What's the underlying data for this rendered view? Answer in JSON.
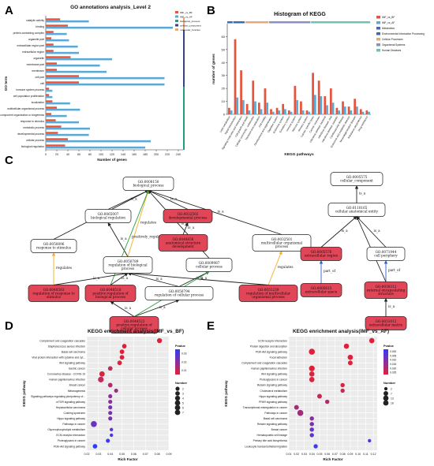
{
  "panels": {
    "A": {
      "label": "A"
    },
    "B": {
      "label": "B"
    },
    "C": {
      "label": "C"
    },
    "D": {
      "label": "D"
    },
    "E": {
      "label": "E"
    }
  },
  "chart_data": [
    {
      "id": "A",
      "type": "bar",
      "orientation": "horizontal",
      "title": "GO annotations analysis_Level 2",
      "xlabel": "Number of genes",
      "ylabel": "GO term",
      "xticks": [
        "0",
        "20",
        "40",
        "60",
        "80",
        "100",
        "120",
        "140",
        "160",
        "180",
        "200",
        "220",
        "240"
      ],
      "xlim": [
        0,
        240
      ],
      "categories": [
        "catalytic activity",
        "binding",
        "protein-containing complex",
        "organelle part",
        "extracellular region part",
        "extracellular region",
        "organelle",
        "membrane part",
        "membrane",
        "cell part",
        "cell",
        "immune system process",
        "cell population proliferation",
        "localization",
        "multicellular organismal process",
        "cellular component organization or biogenesis",
        "response to stimulus",
        "metabolic process",
        "developmental process",
        "cellular process",
        "biological regulation"
      ],
      "series": [
        {
          "name": "IMF_vs_BF",
          "color": "#e8533b",
          "values": [
            26,
            40,
            14,
            10,
            14,
            14,
            45,
            20,
            20,
            60,
            60,
            6,
            6,
            12,
            20,
            10,
            18,
            28,
            22,
            40,
            35
          ]
        },
        {
          "name": "IMF_vs_AF",
          "color": "#5aa9d6",
          "values": [
            78,
            230,
            38,
            42,
            58,
            60,
            120,
            98,
            110,
            215,
            215,
            12,
            12,
            44,
            62,
            38,
            60,
            80,
            78,
            190,
            180
          ]
        }
      ],
      "legend": [
        "IMF_vs_BF",
        "IMF_vs_AF",
        "biological_process",
        "cellular_component",
        "molecular_function"
      ],
      "groups": [
        {
          "name": "molecular_function",
          "color": "#e8a87c"
        },
        {
          "name": "cellular_component",
          "color": "#39418a"
        },
        {
          "name": "biological_process",
          "color": "#1f9e82"
        }
      ]
    },
    {
      "id": "B",
      "type": "bar",
      "title": "Histogram of KEGG",
      "xlabel": "KEGG pathways",
      "ylabel": "number of genes",
      "yticks": [
        "0",
        "10",
        "20",
        "30",
        "40",
        "50",
        "60"
      ],
      "ylim": [
        0,
        70
      ],
      "categories": [
        "Lipid metabolism",
        "Signal transduction",
        "Signaling molecules and interaction",
        "Cell growth and death",
        "Cellular community - eukaryotes",
        "Transport and catabolism",
        "Cell motility",
        "Development and regeneration",
        "Digestive system",
        "Endocrine system",
        "Excretory system",
        "Immune system",
        "Nervous system",
        "Sensory system",
        "Cancer: specific types",
        "Cancer: overview",
        "Infectious disease: bacterial",
        "Infectious disease: viral",
        "Infectious disease: parasitic",
        "Cardiovascular disease",
        "Endocrine and metabolic disease",
        "Neurodegenerative disease",
        "Substance dependence",
        "Drug resistance"
      ],
      "series": [
        {
          "name": "IMF_vs_BF",
          "color": "#e8533b",
          "values": [
            5,
            58,
            34,
            8,
            26,
            9,
            20,
            4,
            5,
            8,
            3,
            22,
            10,
            3,
            32,
            26,
            14,
            20,
            5,
            10,
            6,
            12,
            4,
            3
          ]
        },
        {
          "name": "IMF_vs_AF",
          "color": "#5aa9d6",
          "values": [
            3,
            13,
            11,
            3,
            10,
            4,
            9,
            2,
            3,
            4,
            2,
            11,
            3,
            2,
            15,
            14,
            7,
            9,
            3,
            6,
            3,
            6,
            2,
            2
          ]
        }
      ],
      "legend": [
        "IMF_vs_BF",
        "IMF_vs_AF",
        "Metabolism",
        "Environmental Information Processing",
        "Cellular Processes",
        "Organismal Systems",
        "Human Diseases"
      ],
      "legend_colors": [
        "#e8533b",
        "#5aa9d6",
        "#3d6bb3",
        "#3d6bb3",
        "#e8a87c",
        "#8a8fc0",
        "#69c5b0"
      ]
    },
    {
      "id": "C",
      "type": "diagram",
      "nodes": [
        {
          "id": "n8150",
          "l1": "GO:0008150",
          "l2": "biological_process",
          "l3": "",
          "sig": false
        },
        {
          "id": "n5575",
          "l1": "GO:0005575",
          "l2": "cellular_component",
          "l3": "",
          "sig": false
        },
        {
          "id": "n110165",
          "l1": "GO:0110165",
          "l2": "cellular anatomical entity",
          "l3": "",
          "sig": false
        },
        {
          "id": "n65007",
          "l1": "GO:0065007",
          "l2": "biological regulation",
          "l3": "",
          "sig": false
        },
        {
          "id": "n32502",
          "l1": "GO:0032502",
          "l2": "developmental process",
          "l3": "",
          "sig": true
        },
        {
          "id": "n50896",
          "l1": "GO:0050896",
          "l2": "response to stimulus",
          "l3": "",
          "sig": false
        },
        {
          "id": "n48856",
          "l1": "GO:0048856",
          "l2": "anatomical structure",
          "l3": "development",
          "sig": true
        },
        {
          "id": "n32501",
          "l1": "GO:0032501",
          "l2": "multicellular organismal",
          "l3": "process",
          "sig": false
        },
        {
          "id": "n50789",
          "l1": "GO:0050789",
          "l2": "regulation of biological",
          "l3": "process",
          "sig": false
        },
        {
          "id": "n9987",
          "l1": "GO:0009987",
          "l2": "cellular process",
          "l3": "",
          "sig": false
        },
        {
          "id": "n5576",
          "l1": "GO:0005576",
          "l2": "extracellular region",
          "l3": "",
          "sig": true
        },
        {
          "id": "n71944",
          "l1": "GO:0071944",
          "l2": "cell periphery",
          "l3": "",
          "sig": false
        },
        {
          "id": "n48583",
          "l1": "GO:0048583",
          "l2": "regulation of response to",
          "l3": "stimulus",
          "sig": true
        },
        {
          "id": "n48518",
          "l1": "GO:0048518",
          "l2": "positive regulation of",
          "l3": "biological process",
          "sig": true
        },
        {
          "id": "n50794",
          "l1": "GO:0050794",
          "l2": "regulation of cellular process",
          "l3": "",
          "sig": false
        },
        {
          "id": "n51239",
          "l1": "GO:0051239",
          "l2": "regulation of multicellular",
          "l3": "organismal process",
          "sig": true
        },
        {
          "id": "n5615",
          "l1": "GO:0005615",
          "l2": "extracellular space",
          "l3": "",
          "sig": true
        },
        {
          "id": "n30312",
          "l1": "GO:0030312",
          "l2": "external encapsulating",
          "l3": "structure",
          "sig": true
        },
        {
          "id": "n48522",
          "l1": "GO:0048522",
          "l2": "positive regulation of",
          "l3": "cellular process",
          "sig": true
        },
        {
          "id": "n31012",
          "l1": "GO:0031012",
          "l2": "extracellular matrix",
          "l3": "",
          "sig": true
        }
      ],
      "edge_labels": {
        "is_a": "is_a",
        "regulates": "regulates",
        "positively_regulates": "positively_regulates",
        "part_of": "part_of"
      }
    },
    {
      "id": "D",
      "type": "scatter",
      "title": "KEGG enrichment analysis(IMF_vs_BF)",
      "xlabel": "Rich Factor",
      "ylabel": "KEGG pathway",
      "xticks": [
        "0.02",
        "0.03",
        "0.04",
        "0.05",
        "0.06",
        "0.07",
        "0.08",
        "0.09"
      ],
      "xlim": [
        0.02,
        0.09
      ],
      "pathways": [
        "Complement and coagulation cascades",
        "Staphylococcus aureus infection",
        "Basal cell carcinoma",
        "Viral protein interaction with cytokine and cyt...",
        "Wnt signaling pathway",
        "Gastric cancer",
        "Coronavirus disease - COVID-19",
        "Human papillomavirus infection",
        "Breast cancer",
        "Melanogenesis",
        "Signaling pathways regulating pluripotency of...",
        "mTOR signaling pathway",
        "Hepatocellular carcinoma",
        "Cushing syndrome",
        "Hippo signaling pathway",
        "Pathways in cancer",
        "Glycerophospholipid metabolism",
        "ECM-receptor interaction",
        "Proteoglycans in cancer",
        "PI3K-Akt signaling pathway"
      ],
      "rich_factor": [
        0.082,
        0.052,
        0.05,
        0.05,
        0.048,
        0.04,
        0.033,
        0.032,
        0.04,
        0.045,
        0.04,
        0.04,
        0.04,
        0.04,
        0.04,
        0.026,
        0.041,
        0.041,
        0.038,
        0.027
      ],
      "number": [
        4,
        3,
        3,
        3,
        3,
        3,
        5,
        6,
        3,
        2,
        2,
        2,
        2,
        2,
        2,
        7,
        1,
        1,
        2,
        3
      ],
      "pvalue_color": [
        "#e0203a",
        "#e0203a",
        "#e0203a",
        "#d8243e",
        "#d8243e",
        "#c22a58",
        "#d8243e",
        "#c22a58",
        "#b22a6a",
        "#a32c7a",
        "#8a2ea0",
        "#8a2ea0",
        "#7a30b0",
        "#7a30b0",
        "#7a30b0",
        "#6a33c0",
        "#5a36d0",
        "#4a38e0",
        "#3c3af0",
        "#2f3cf5"
      ],
      "legend": {
        "pvalue_title": "Pvalue",
        "pvalue_ticks": [
          "0.03",
          "0.02",
          "0.01"
        ],
        "number_title": "Number",
        "number_ticks": [
          "2",
          "3",
          "4",
          "5",
          "6",
          "7"
        ]
      }
    },
    {
      "id": "E",
      "type": "scatter",
      "title": "KEGG enrichment analysis(IMF_vs_AF)",
      "xlabel": "Rich Factor",
      "ylabel": "KEGG pathway",
      "xticks": [
        "0.01",
        "0.02",
        "0.03",
        "0.04",
        "0.05",
        "0.06",
        "0.07",
        "0.08",
        "0.09",
        "0.10",
        "0.11",
        "0.12"
      ],
      "xlim": [
        0.01,
        0.125
      ],
      "pathways": [
        "ECM-receptor interaction",
        "Protein digestion and absorption",
        "PI3K-Akt signaling pathway",
        "Focal adhesion",
        "Complement and coagulation cascades",
        "Human papillomavirus infection",
        "Wnt signaling pathway",
        "Proteoglycans in cancer",
        "Relaxin signaling pathway",
        "Cholesterol metabolism",
        "Hippo signaling pathway",
        "PPAR signaling pathway",
        "Transcriptional misregulation in cancer",
        "Pathways in cancer",
        "Basal cell carcinoma",
        "Relaxin signaling pathway",
        "Breast cancer",
        "Hematopoietic cell lineage",
        "Primary bile acid biosynthesis",
        "Leukocyte transendothelial migration"
      ],
      "rich_factor": [
        0.118,
        0.085,
        0.04,
        0.09,
        0.09,
        0.04,
        0.04,
        0.04,
        0.08,
        0.08,
        0.05,
        0.06,
        0.02,
        0.025,
        0.04,
        0.04,
        0.04,
        0.04,
        0.115,
        0.045
      ],
      "number": [
        10,
        10,
        15,
        10,
        7,
        13,
        10,
        10,
        5,
        5,
        7,
        5,
        7,
        15,
        5,
        5,
        5,
        5,
        2,
        5
      ],
      "pvalue_color": [
        "#e0203a",
        "#e0203a",
        "#e0203a",
        "#e0203a",
        "#e0203a",
        "#e0203a",
        "#d8243e",
        "#d8243e",
        "#d8243e",
        "#c22a58",
        "#c22a58",
        "#b22a6a",
        "#a32c7a",
        "#a32c7a",
        "#8a2ea0",
        "#7a30b0",
        "#6a33c0",
        "#5a36d0",
        "#4a38e0",
        "#3c3af0"
      ],
      "legend": {
        "pvalue_title": "Pvalue",
        "pvalue_ticks": [
          "0.000",
          "0.005",
          "0.010",
          "0.015",
          "0.020",
          "0.025"
        ],
        "number_title": "Number",
        "number_ticks": [
          "2",
          "7",
          "13",
          "18"
        ]
      }
    }
  ]
}
